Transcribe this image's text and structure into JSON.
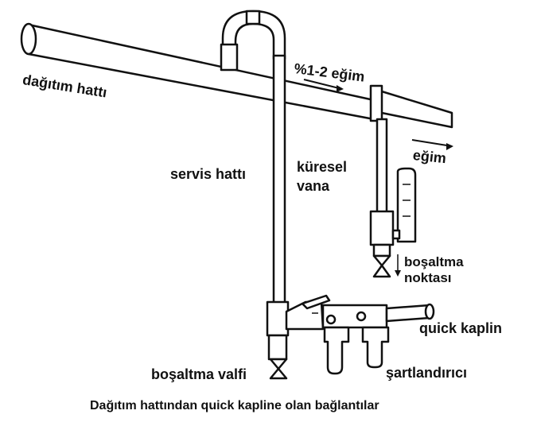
{
  "labels": {
    "main_line": "dağıtım hattı",
    "slope_main": "%1-2 eğim",
    "slope_branch": "eğim",
    "service_line": "servis hattı",
    "ball_valve": "küresel vana",
    "drain_point": "boşaltma noktası",
    "quick_coupling": "quick kaplin",
    "conditioner": "şartlandırıcı",
    "drain_valve": "boşaltma valfi"
  },
  "caption": "Dağıtım hattından quick kapline olan bağlantılar",
  "colors": {
    "ink": "#111111",
    "paper": "#ffffff"
  }
}
